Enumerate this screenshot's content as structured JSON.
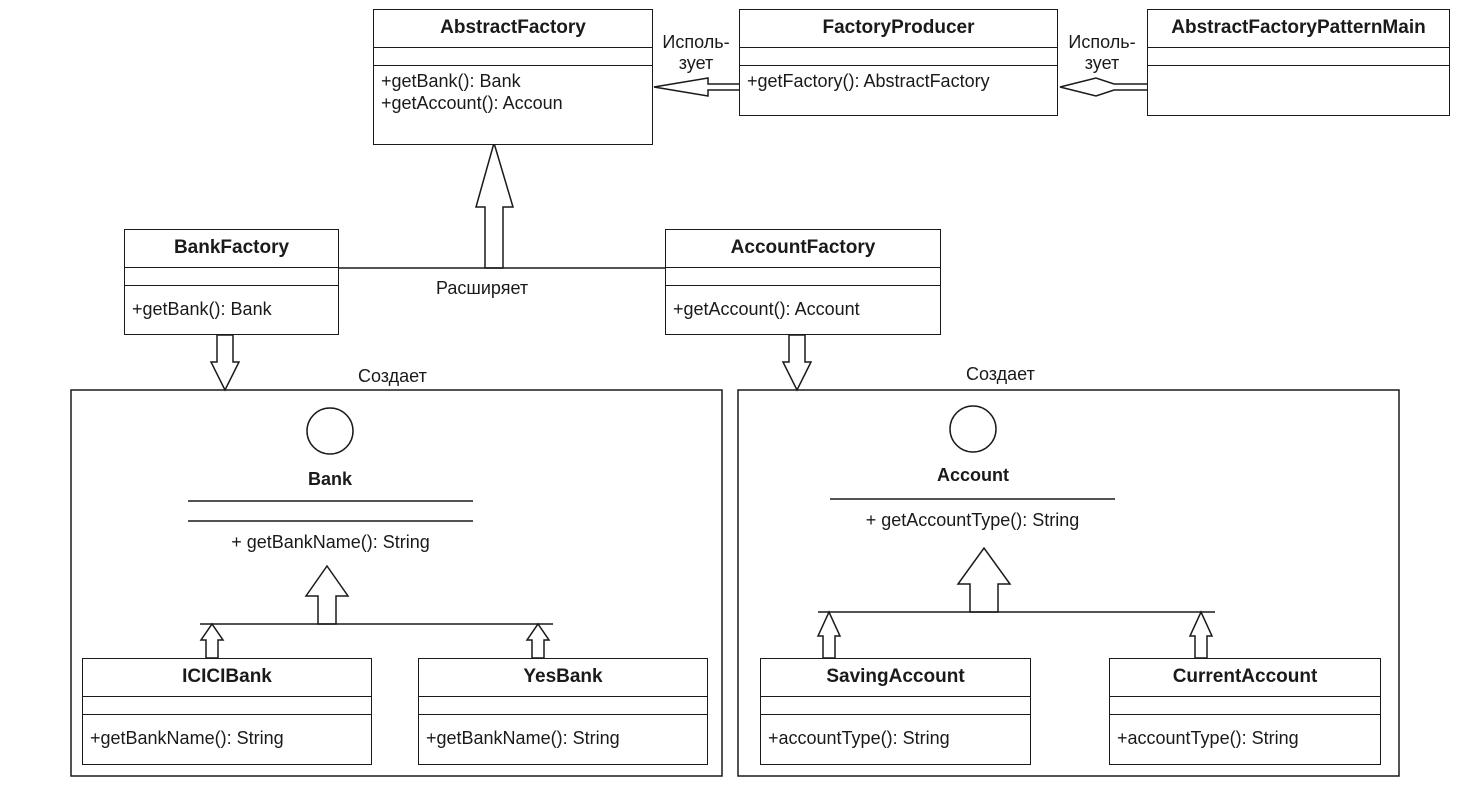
{
  "classes": {
    "abstract_factory": {
      "name": "AbstractFactory",
      "methods": [
        "+getBank(): Bank",
        "+getAccount(): Accoun"
      ]
    },
    "factory_producer": {
      "name": "FactoryProducer",
      "methods": [
        "+getFactory(): AbstractFactory"
      ]
    },
    "main": {
      "name": "AbstractFactoryPatternMain",
      "methods": []
    },
    "bank_factory": {
      "name": "BankFactory",
      "methods": [
        "+getBank(): Bank"
      ]
    },
    "account_factory": {
      "name": "AccountFactory",
      "methods": [
        "+getAccount(): Account"
      ]
    },
    "icici_bank": {
      "name": "ICICIBank",
      "methods": [
        "+getBankName(): String"
      ]
    },
    "yes_bank": {
      "name": "YesBank",
      "methods": [
        "+getBankName(): String"
      ]
    },
    "saving_account": {
      "name": "SavingAccount",
      "methods": [
        "+accountType(): String"
      ]
    },
    "current_account": {
      "name": "CurrentAccount",
      "methods": [
        "+accountType(): String"
      ]
    }
  },
  "interfaces": {
    "bank": {
      "name": "Bank",
      "method": "+ getBankName(): String"
    },
    "account": {
      "name": "Account",
      "method": "+ getAccountType(): String"
    }
  },
  "labels": {
    "uses_left_1": "Исполь-",
    "uses_left_2": "зует",
    "uses_right_1": "Исполь-",
    "uses_right_2": "зует",
    "extends": "Расширяет",
    "creates_left": "Создает",
    "creates_right": "Создает"
  }
}
